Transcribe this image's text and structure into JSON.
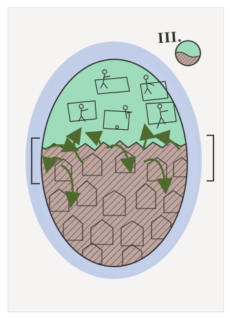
{
  "page": {
    "numeral_label": "III."
  },
  "colors": {
    "paper": "#f5f4f2",
    "halo_blue": "#b9c7e6",
    "top_green": "#9fdcbb",
    "bottom_brown": "#bfa59f",
    "hatch": "#5a4742",
    "ink": "#2f2f2f",
    "arrow_green": "#4f6a2f"
  },
  "figure": {
    "regions": [
      "upper-green-region",
      "lower-hatched-region"
    ],
    "figure_count_upper": 5,
    "arrow_count": 9
  }
}
